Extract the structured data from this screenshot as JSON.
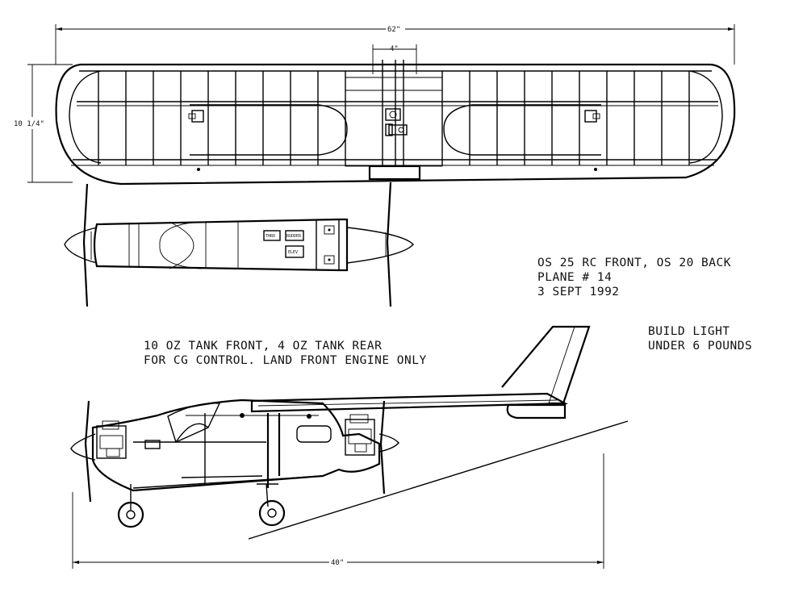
{
  "dimensions": {
    "wingspan": "62\"",
    "center_section": "4\"",
    "chord": "10 1/4\"",
    "length": "40\""
  },
  "notes": {
    "engines_line": "OS 25 RC FRONT, OS 20 BACK",
    "plane_line": "PLANE # 14",
    "date_line": "3 SEPT 1992",
    "tank_line1": "10 OZ TANK FRONT, 4 OZ TANK REAR",
    "tank_line2": "FOR CG CONTROL. LAND FRONT ENGINE ONLY",
    "build_line1": "BUILD LIGHT",
    "build_line2": "UNDER 6 POUNDS"
  },
  "fuselage_labels": {
    "throttle": "THRO",
    "rudder": "RUDDER",
    "elevator": "ELEV"
  }
}
